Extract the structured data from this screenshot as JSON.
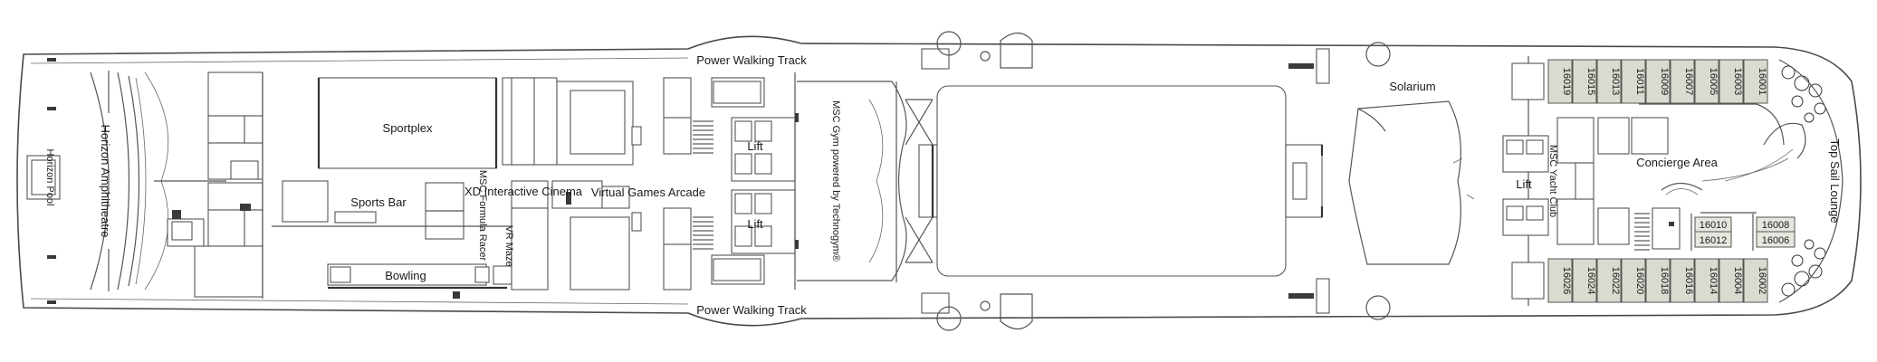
{
  "labels": {
    "power_walking_top": "Power Walking Track",
    "power_walking_bottom": "Power Walking Track",
    "horizon_pool": "Horizon Pool",
    "horizon_amphitheatre": "Horizon Amphitheatre",
    "sportplex": "Sportplex",
    "sports_bar": "Sports Bar",
    "formula_racer": "MSC Formula Racer",
    "xd_cinema": "XD Interactive Cinema",
    "vr_maze": "VR Maze",
    "bowling": "Bowling",
    "virtual_games_arcade": "Virtual Games Arcade",
    "lift_upper": "Lift",
    "lift_lower": "Lift",
    "gym": "MSC Gym powered by Technogym®",
    "solarium": "Solarium",
    "yacht_lift": "Lift",
    "yacht_club": "MSC Yacht Club",
    "concierge": "Concierge Area",
    "top_sail_lounge": "Top Sail Lounge"
  },
  "cabins": {
    "top_row": [
      "16019",
      "16015",
      "16013",
      "16011",
      "16009",
      "16007",
      "16005",
      "16003",
      "16001"
    ],
    "bottom_row": [
      "16026",
      "16024",
      "16022",
      "16020",
      "16018",
      "16016",
      "16014",
      "16004",
      "16002"
    ],
    "inner_left": [
      "16010",
      "16012"
    ],
    "inner_right": [
      "16008",
      "16006"
    ]
  },
  "colors": {
    "cabin_fill": "#dadad0",
    "line": "#555555"
  }
}
